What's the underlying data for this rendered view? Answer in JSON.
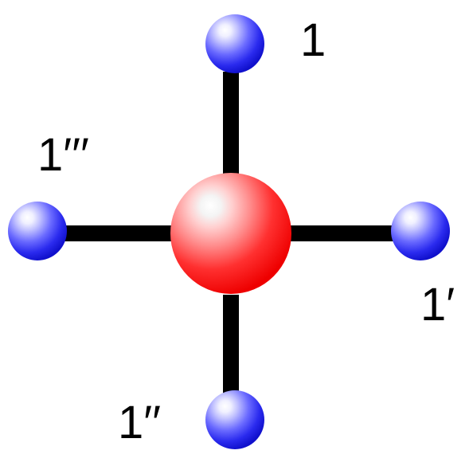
{
  "colors": {
    "background": "#ffffff",
    "bond": "#000000",
    "central_atom": "#ff0000",
    "ligand_atom": "#1a1aff",
    "label": "#000000"
  },
  "labels": {
    "top": "1",
    "right": "1′",
    "bottom": "1′′",
    "left": "1′′′"
  }
}
